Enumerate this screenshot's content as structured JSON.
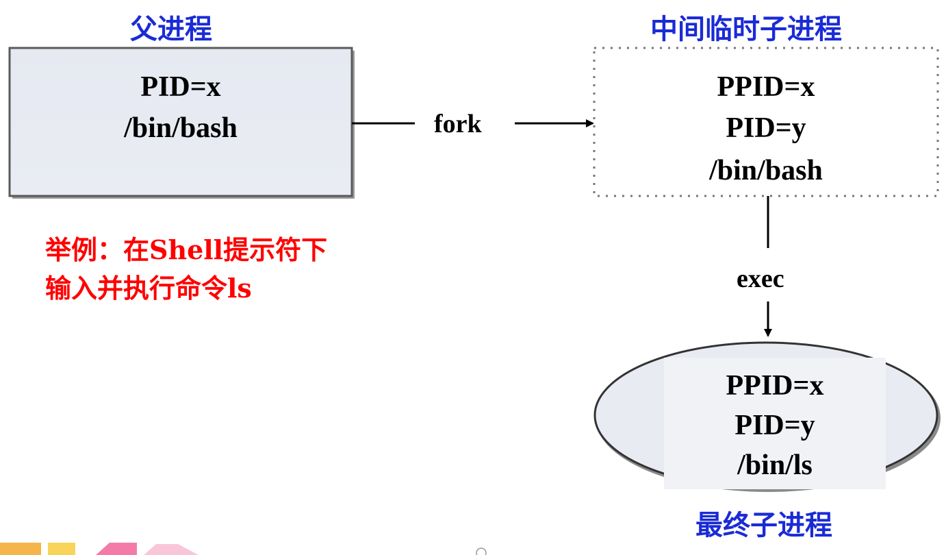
{
  "parent": {
    "title": "父进程",
    "lines": [
      "PID=x",
      "/bin/bash"
    ]
  },
  "intermediate": {
    "title": "中间临时子进程",
    "lines": [
      "PPID=x",
      "PID=y",
      "/bin/bash"
    ]
  },
  "final": {
    "title": "最终子进程",
    "lines": [
      "PPID=x",
      "PID=y",
      "/bin/ls"
    ]
  },
  "edges": {
    "fork": "fork",
    "exec": "exec"
  },
  "note": {
    "lines": [
      "举例：在Shell提示符下",
      "输入并执行命令ls"
    ]
  },
  "colors": {
    "title": "#1a2bd6",
    "note": "#ff0000",
    "box_fill": "#e8ebf2",
    "box_stroke": "#555555"
  }
}
